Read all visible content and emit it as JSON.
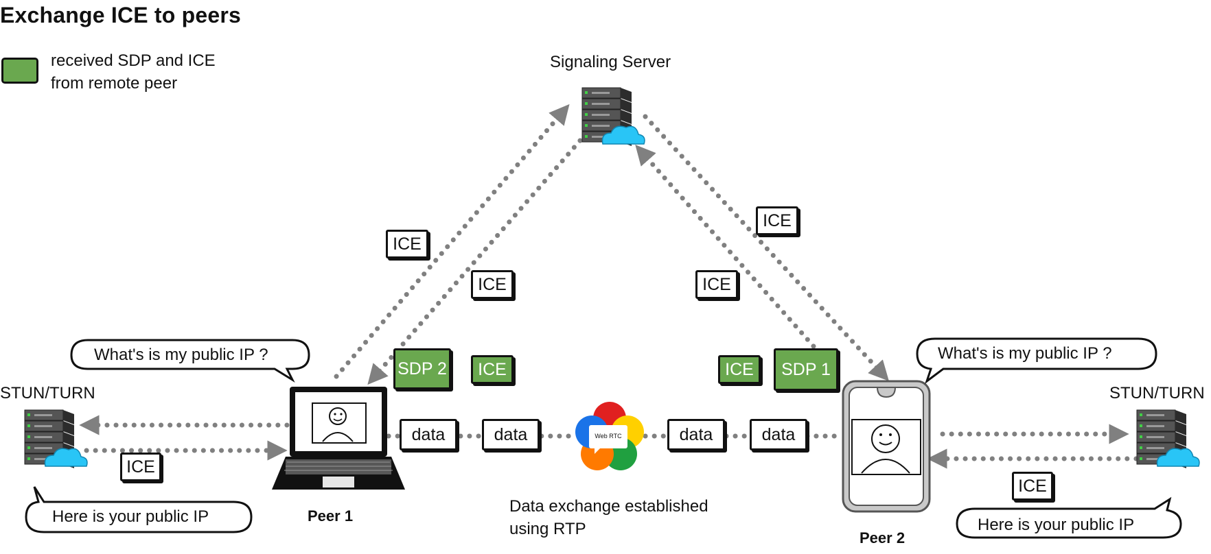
{
  "title": "Exchange ICE to peers",
  "legend": {
    "color": "#6aa84f",
    "line1": "received SDP and ICE",
    "line2": "from remote peer"
  },
  "signaling_server": {
    "label": "Signaling Server"
  },
  "stun_left": {
    "label": "STUN/TURN",
    "question": "What's is my public IP ?",
    "answer": "Here is your public IP",
    "ice": "ICE"
  },
  "stun_right": {
    "label": "STUN/TURN",
    "question": "What's is my public IP ?",
    "answer": "Here is your public IP",
    "ice": "ICE"
  },
  "peer1": {
    "label": "Peer 1",
    "received_sdp": "SDP 2",
    "received_ice": "ICE"
  },
  "peer2": {
    "label": "Peer 2",
    "received_sdp": "SDP 1",
    "received_ice": "ICE"
  },
  "signaling_messages": {
    "peer1_to_server": "ICE",
    "server_to_peer1": "ICE",
    "server_to_peer2": "ICE",
    "peer2_to_server": "ICE"
  },
  "data_channel": {
    "packets": [
      "data",
      "data",
      "data",
      "data"
    ],
    "logo_text": "Web RTC",
    "caption_line1": "Data exchange established",
    "caption_line2": "using RTP"
  },
  "colors": {
    "green": "#6aa84f",
    "arrow": "#808080",
    "cloud": "#29c5f6",
    "server": "#3c3c3c"
  }
}
